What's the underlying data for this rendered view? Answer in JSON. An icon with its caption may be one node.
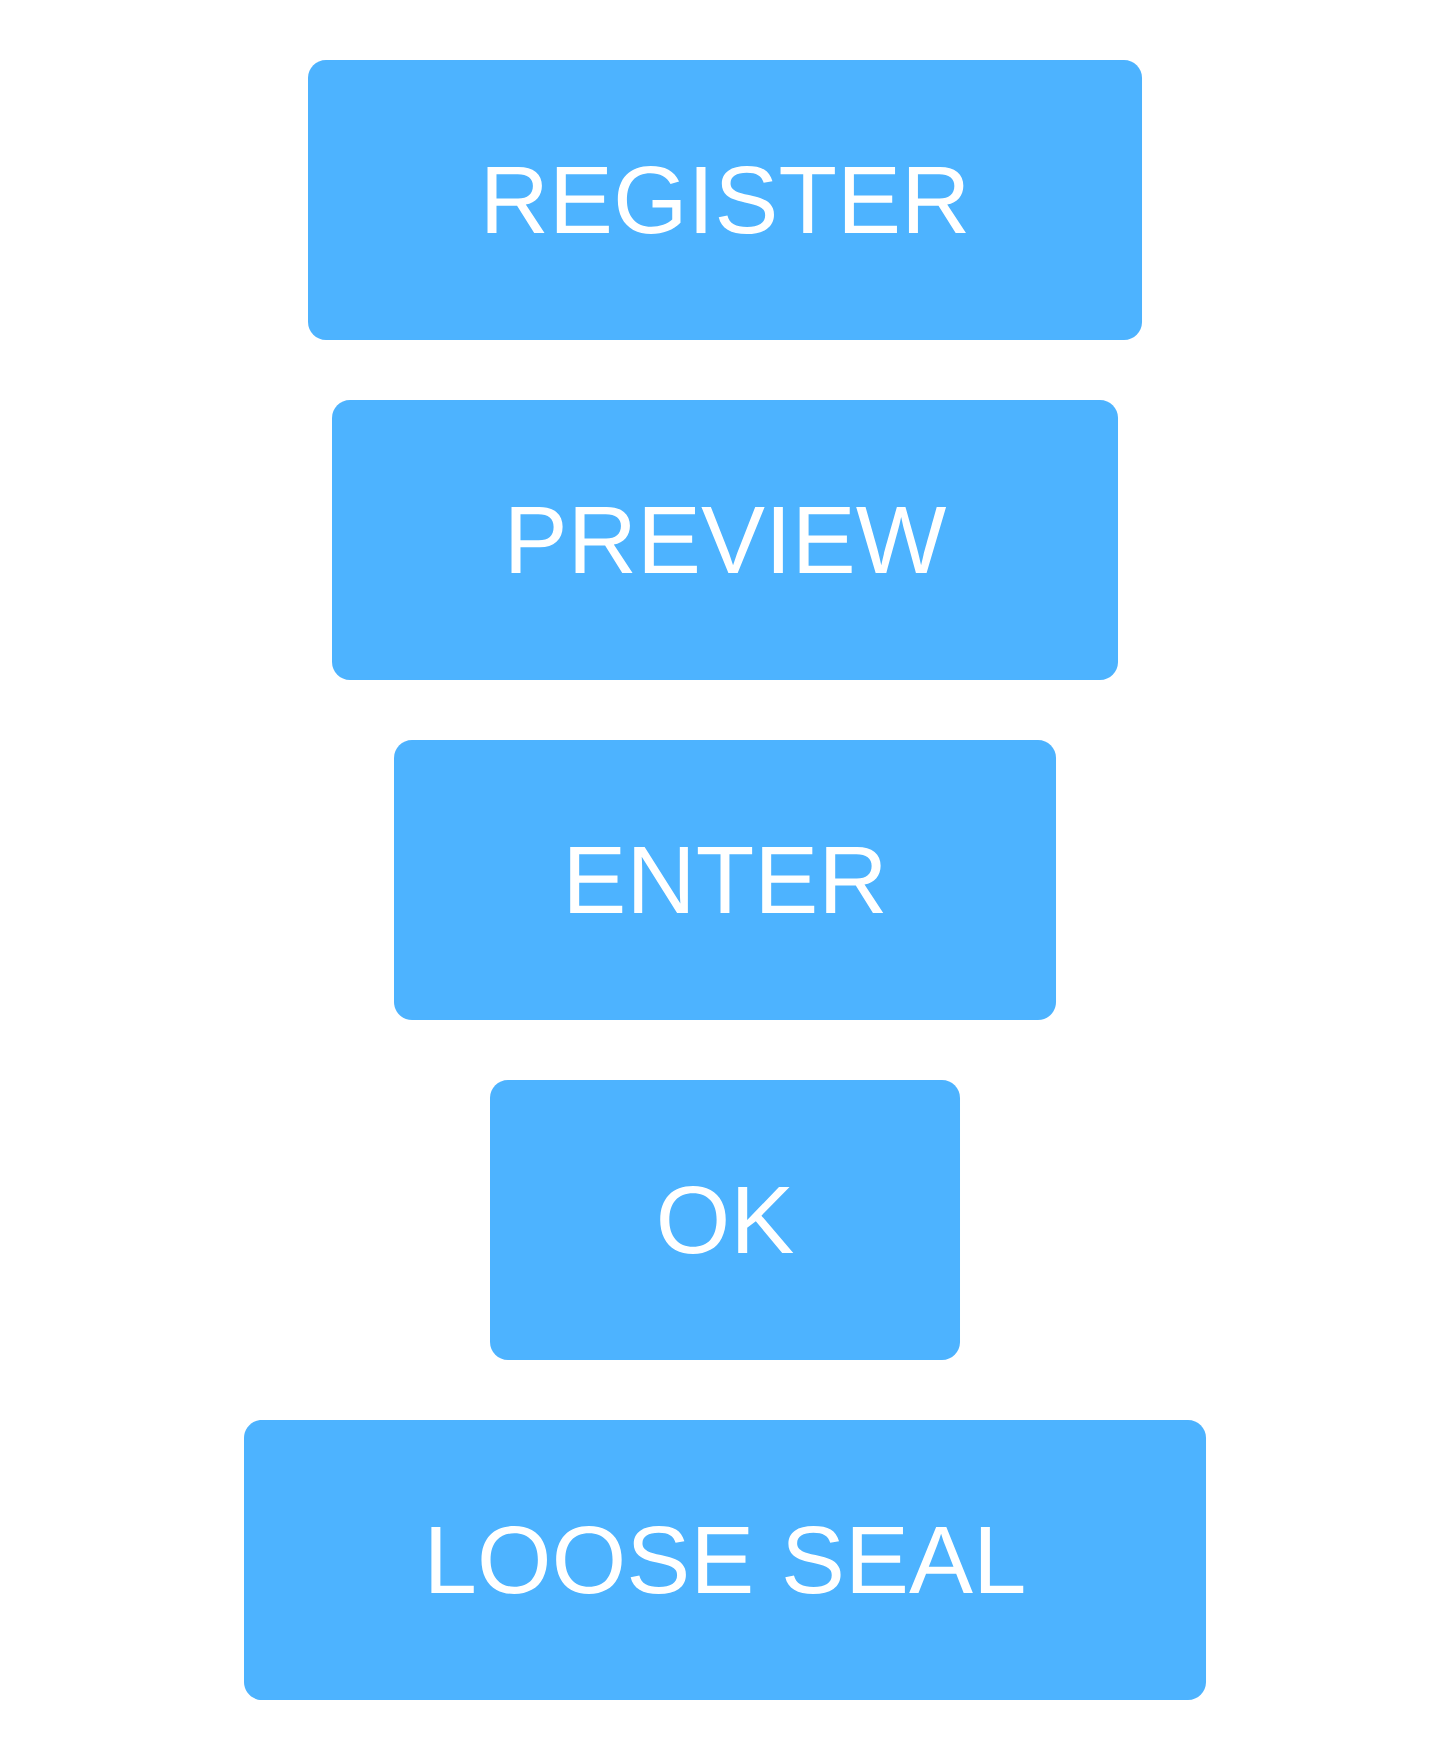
{
  "diagram": {
    "nodes": [
      {
        "text": [
          "REGISTER"
        ]
      },
      {
        "text": [
          "PREVIEW"
        ]
      },
      {
        "text": [
          "ENTER"
        ]
      },
      {
        "text": [
          "OK"
        ]
      },
      {
        "text": [
          "LOOSE SEAL"
        ]
      }
    ]
  }
}
